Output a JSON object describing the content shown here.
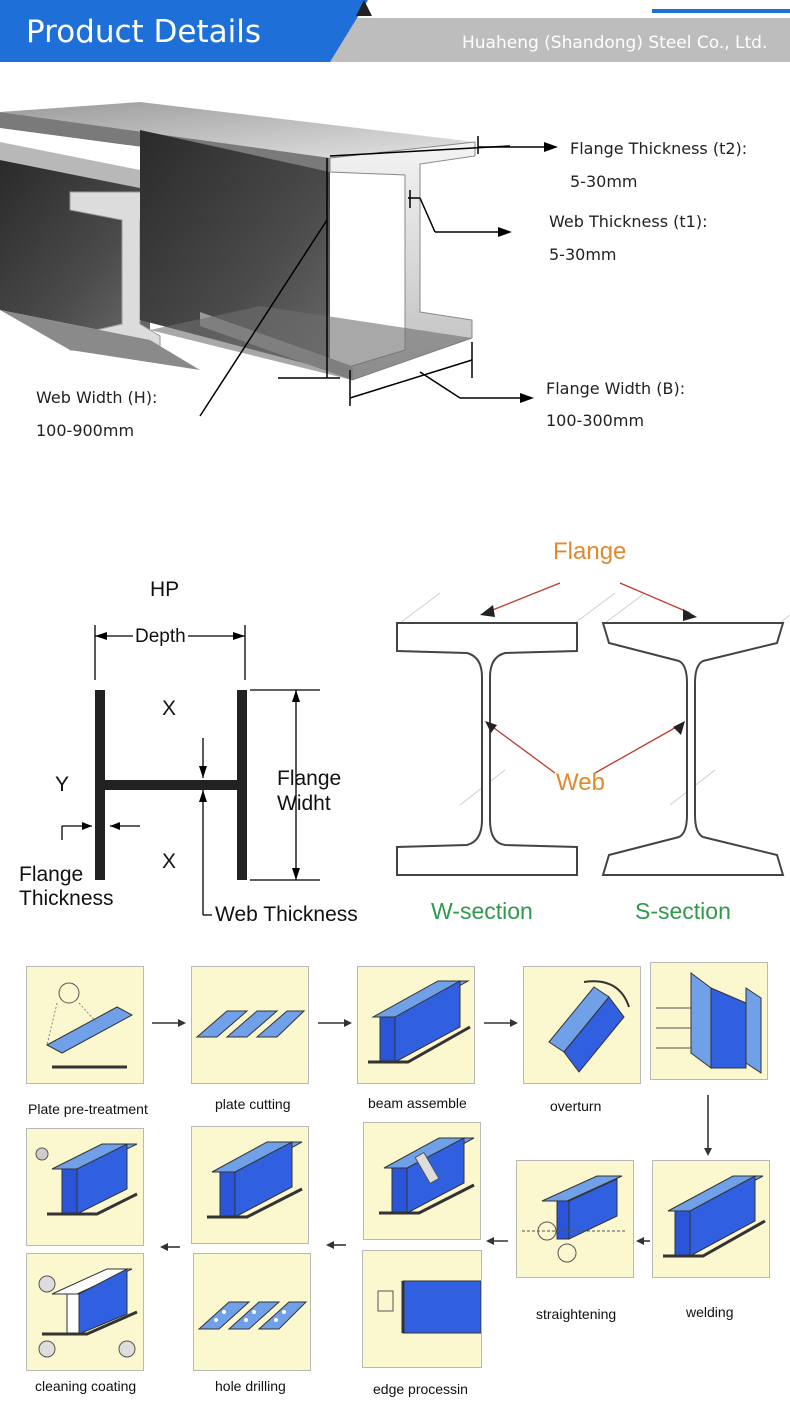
{
  "header": {
    "title": "Product Details",
    "company": "Huaheng (Shandong) Steel Co., Ltd."
  },
  "beam_photo": {
    "flange_thickness_label": "Flange Thickness (t2):",
    "flange_thickness_value": "5-30mm",
    "web_thickness_label": "Web Thickness (t1):",
    "web_thickness_value": "5-30mm",
    "web_width_label": "Web Width (H):",
    "web_width_value": "100-900mm",
    "flange_width_label": "Flange Width (B):",
    "flange_width_value": "100-300mm"
  },
  "hp_diagram": {
    "title": "HP",
    "depth": "Depth",
    "x_top": "X",
    "x_bottom": "X",
    "y": "Y",
    "flange_widht_1": "Flange",
    "flange_widht_2": "Widht",
    "flange_thickness_1": "Flange",
    "flange_thickness_2": "Thickness",
    "web_thickness": "Web Thickness"
  },
  "sections_diagram": {
    "flange": "Flange",
    "web": "Web",
    "w_section": "W-section",
    "s_section": "S-section",
    "flange_color": "#e08a2e",
    "section_color": "#2e9a4a"
  },
  "process": {
    "steps": [
      "Plate pre-treatment",
      "plate cutting",
      "beam assemble",
      "overturn",
      "welding",
      "straightening",
      "edge processin",
      "hole drilling",
      "cleaning coating"
    ],
    "tile_color": "#fbf7cf",
    "steel_color": "#3060e0"
  }
}
